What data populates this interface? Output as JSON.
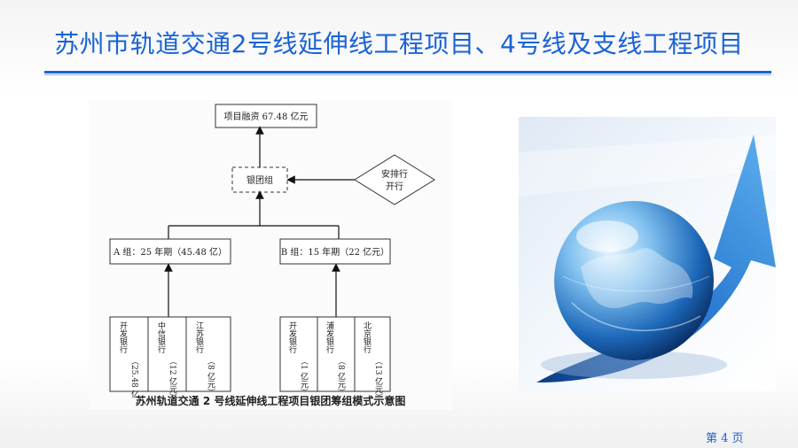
{
  "slide": {
    "title": "苏州市轨道交通2号线延伸线工程项目、4号线及支线工程项目",
    "page_number": "第 4 页"
  },
  "diagram": {
    "top": "项目融资 67.48 亿元",
    "middle": "银团组",
    "arranger_line1": "安排行",
    "arranger_line2": "开行",
    "group_a": "A 组：25 年期（45.48 亿）",
    "group_b": "B 组：15 年期（22 亿元）",
    "banks_a": [
      {
        "name": "开发银行",
        "amount": "（25.48 亿"
      },
      {
        "name": "中信银行",
        "amount": "（12 亿元）"
      },
      {
        "name": "江苏银行",
        "amount": "（8 亿元）"
      }
    ],
    "banks_b": [
      {
        "name": "开发银行",
        "amount": "（1 亿元）"
      },
      {
        "name": "浦发银行",
        "amount": "（8 亿元）"
      },
      {
        "name": "北京银行",
        "amount": "（13 亿元）"
      }
    ],
    "caption": "苏州轨道交通 2 号线延伸线工程项目银团筹组模式示意图"
  }
}
